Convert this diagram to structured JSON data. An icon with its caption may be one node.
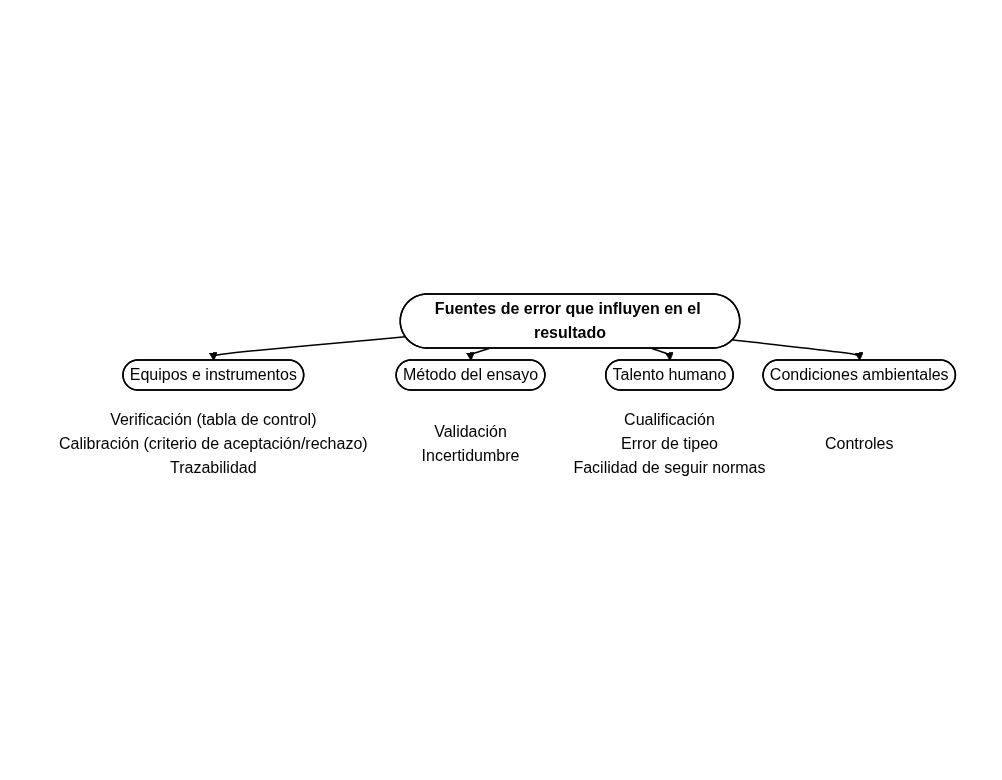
{
  "diagram": {
    "nodes": [
      {
        "text": [
          "Equipos e instrumentos"
        ],
        "beside": [
          "Verificación (tabla de control)",
          "Calibración (criterio de aceptación/rechazo)",
          "Trazabilidad"
        ]
      },
      {
        "text": [
          "Método del ensayo"
        ],
        "beside": [
          "Validación",
          "Incertidumbre"
        ]
      },
      {
        "text": [
          "Fuentes de error que influyen en el resultado"
        ]
      },
      {
        "text": [
          "Talento humano"
        ],
        "beside": [
          "Cualificación",
          "Error de tipeo",
          "Facilidad de seguir normas"
        ]
      },
      {
        "text": [
          "Condiciones ambientales"
        ],
        "beside": [
          "Controles"
        ]
      }
    ],
    "edges": [
      {
        "from": 2,
        "to": 0,
        "arrow": "to"
      },
      {
        "from": 2,
        "to": 1,
        "arrow": "to"
      },
      {
        "from": 2,
        "to": 3,
        "arrow": "to"
      },
      {
        "from": 2,
        "to": 4,
        "arrow": "to"
      }
    ]
  }
}
